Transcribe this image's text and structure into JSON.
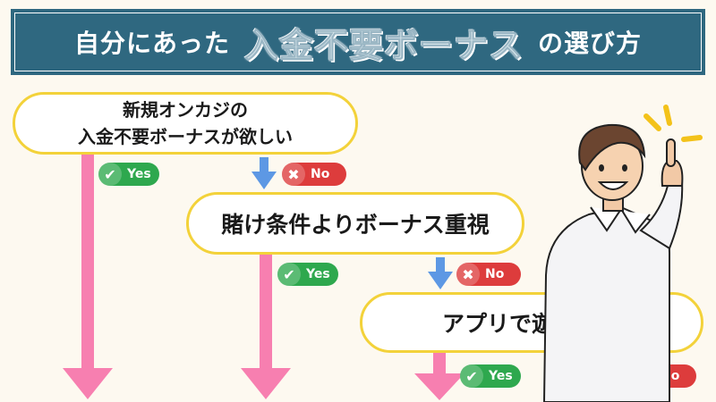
{
  "header": {
    "title_pre": "自分にあった",
    "title_main": "入金不要ボーナス",
    "title_post": "の選び方"
  },
  "questions": [
    {
      "line1": "新規オンカジの",
      "line2": "入金不要ボーナスが欲しい"
    },
    {
      "line1": "賭け条件よりボーナス重視"
    },
    {
      "line1": "アプリで遊びたい"
    }
  ],
  "badges": {
    "yes": "Yes",
    "no": "No"
  },
  "icons": {
    "yes": "check-circle-icon",
    "no": "x-circle-icon",
    "pointer": "pointing-up-hand-icon"
  },
  "colors": {
    "header_bg": "#2f6880",
    "bubble_border": "#f3d23a",
    "yes_arrow": "#f77fb0",
    "no_arrow": "#5d98e4",
    "yes_badge": "#2ea84e",
    "no_badge": "#dd3c3c"
  }
}
